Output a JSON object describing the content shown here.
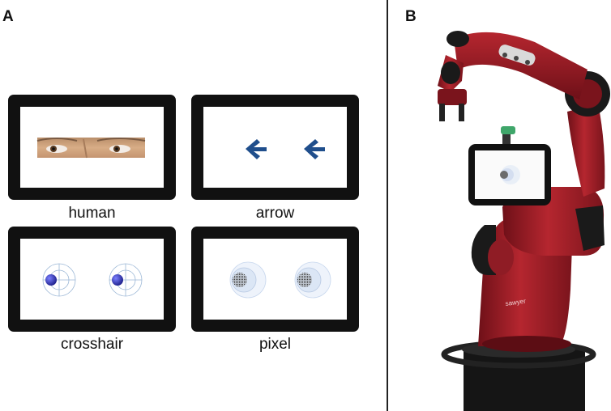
{
  "panels": {
    "a_label": "A",
    "b_label": "B"
  },
  "screens": [
    {
      "id": "human",
      "caption": "human"
    },
    {
      "id": "arrow",
      "caption": "arrow"
    },
    {
      "id": "crosshair",
      "caption": "crosshair"
    },
    {
      "id": "pixel",
      "caption": "pixel"
    }
  ],
  "robot": {
    "brand_text": "sawyer"
  },
  "colors": {
    "robot_red": "#9b1d26",
    "robot_dark": "#1a1a1a",
    "arrow_blue": "#1f4e8c",
    "sphere_blue": "#2b2fb0",
    "screen_frame": "#111111"
  }
}
